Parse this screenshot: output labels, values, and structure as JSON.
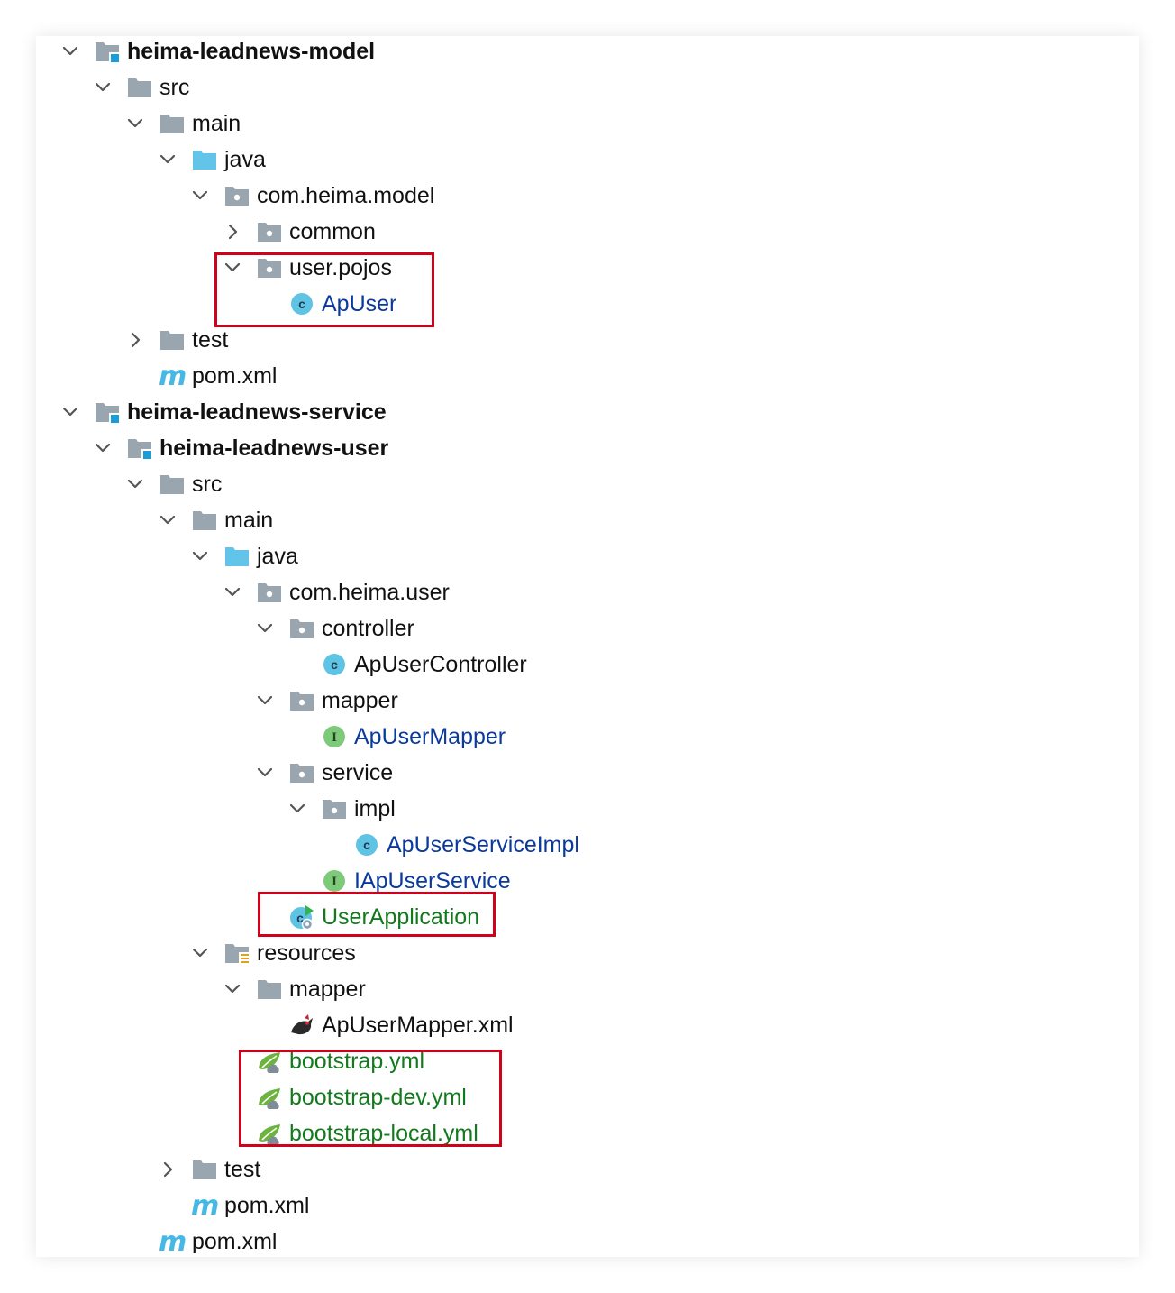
{
  "colors": {
    "folder_gray": "#9aa6af",
    "folder_blue": "#62c4e8",
    "class_circle": "#5fc3e4",
    "interface_circle": "#7ec97a",
    "label_default": "#111111",
    "label_blue": "#0a3a9c",
    "label_green": "#127a1c",
    "highlight": "#d0021b",
    "module_square": "#1a9ed8"
  },
  "tree": [
    {
      "depth": 0,
      "chevron": "down",
      "icon": "module-folder-icon",
      "label": "heima-leadnews-model",
      "style": "bold"
    },
    {
      "depth": 1,
      "chevron": "down",
      "icon": "folder-icon",
      "label": "src",
      "style": "default"
    },
    {
      "depth": 2,
      "chevron": "down",
      "icon": "folder-icon",
      "label": "main",
      "style": "default"
    },
    {
      "depth": 3,
      "chevron": "down",
      "icon": "source-folder-icon",
      "label": "java",
      "style": "default"
    },
    {
      "depth": 4,
      "chevron": "down",
      "icon": "package-icon",
      "label": "com.heima.model",
      "style": "default"
    },
    {
      "depth": 5,
      "chevron": "right",
      "icon": "package-icon",
      "label": "common",
      "style": "default"
    },
    {
      "depth": 5,
      "chevron": "down",
      "icon": "package-icon",
      "label": "user.pojos",
      "style": "default"
    },
    {
      "depth": 6,
      "chevron": "none",
      "icon": "class-icon",
      "label": "ApUser",
      "style": "blue"
    },
    {
      "depth": 2,
      "chevron": "right",
      "icon": "folder-icon",
      "label": "test",
      "style": "default"
    },
    {
      "depth": 2,
      "chevron": "none",
      "icon": "maven-icon",
      "label": "pom.xml",
      "style": "default"
    },
    {
      "depth": 0,
      "chevron": "down",
      "icon": "module-folder-icon",
      "label": "heima-leadnews-service",
      "style": "bold"
    },
    {
      "depth": 1,
      "chevron": "down",
      "icon": "module-folder-icon",
      "label": "heima-leadnews-user",
      "style": "bold"
    },
    {
      "depth": 2,
      "chevron": "down",
      "icon": "folder-icon",
      "label": "src",
      "style": "default"
    },
    {
      "depth": 3,
      "chevron": "down",
      "icon": "folder-icon",
      "label": "main",
      "style": "default"
    },
    {
      "depth": 4,
      "chevron": "down",
      "icon": "source-folder-icon",
      "label": "java",
      "style": "default"
    },
    {
      "depth": 5,
      "chevron": "down",
      "icon": "package-icon",
      "label": "com.heima.user",
      "style": "default"
    },
    {
      "depth": 6,
      "chevron": "down",
      "icon": "package-icon",
      "label": "controller",
      "style": "default"
    },
    {
      "depth": 7,
      "chevron": "none",
      "icon": "class-icon",
      "label": "ApUserController",
      "style": "default"
    },
    {
      "depth": 6,
      "chevron": "down",
      "icon": "package-icon",
      "label": "mapper",
      "style": "default"
    },
    {
      "depth": 7,
      "chevron": "none",
      "icon": "interface-icon",
      "label": "ApUserMapper",
      "style": "blue"
    },
    {
      "depth": 6,
      "chevron": "down",
      "icon": "package-icon",
      "label": "service",
      "style": "default"
    },
    {
      "depth": 7,
      "chevron": "down",
      "icon": "package-icon",
      "label": "impl",
      "style": "default"
    },
    {
      "depth": 8,
      "chevron": "none",
      "icon": "class-icon",
      "label": "ApUserServiceImpl",
      "style": "blue"
    },
    {
      "depth": 7,
      "chevron": "none",
      "icon": "interface-icon",
      "label": "IApUserService",
      "style": "blue"
    },
    {
      "depth": 6,
      "chevron": "none",
      "icon": "spring-boot-app-icon",
      "label": "UserApplication",
      "style": "green"
    },
    {
      "depth": 4,
      "chevron": "down",
      "icon": "resources-folder-icon",
      "label": "resources",
      "style": "default"
    },
    {
      "depth": 5,
      "chevron": "down",
      "icon": "folder-icon",
      "label": "mapper",
      "style": "default"
    },
    {
      "depth": 6,
      "chevron": "none",
      "icon": "mybatis-icon",
      "label": "ApUserMapper.xml",
      "style": "default"
    },
    {
      "depth": 5,
      "chevron": "none",
      "icon": "spring-yml-icon",
      "label": "bootstrap.yml",
      "style": "green"
    },
    {
      "depth": 5,
      "chevron": "none",
      "icon": "spring-yml-icon",
      "label": "bootstrap-dev.yml",
      "style": "green"
    },
    {
      "depth": 5,
      "chevron": "none",
      "icon": "spring-yml-icon",
      "label": "bootstrap-local.yml",
      "style": "green"
    },
    {
      "depth": 3,
      "chevron": "right",
      "icon": "folder-icon",
      "label": "test",
      "style": "default"
    },
    {
      "depth": 3,
      "chevron": "none",
      "icon": "maven-icon",
      "label": "pom.xml",
      "style": "default"
    },
    {
      "depth": 2,
      "chevron": "none",
      "icon": "maven-icon",
      "label": "pom.xml",
      "style": "default"
    }
  ]
}
